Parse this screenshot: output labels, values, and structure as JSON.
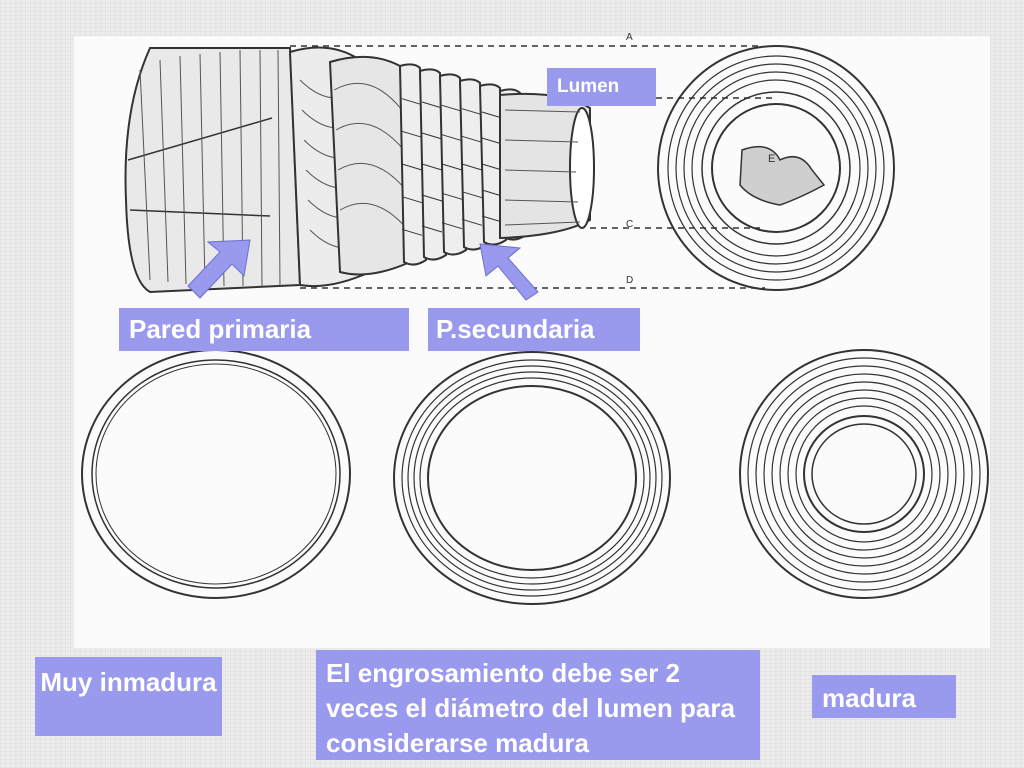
{
  "labels": {
    "lumen": "Lumen",
    "primary_wall": "Pared primaria",
    "secondary_wall": "P.secundaria",
    "very_immature": "Muy inmadura",
    "thickening_note": "El engrosamiento debe ser 2 veces el diámetro del lumen para considerarse madura",
    "mature": "madura"
  },
  "drawing_letters": {
    "a": "A",
    "c": "C",
    "d": "D",
    "e": "E"
  },
  "colors": {
    "label_fill": "#9999ee",
    "label_text": "#ffffff",
    "line": "#333333"
  }
}
